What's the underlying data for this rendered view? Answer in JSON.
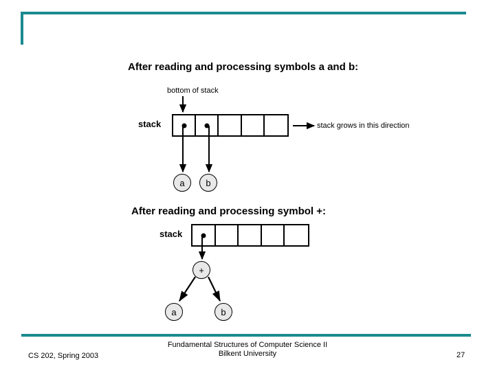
{
  "slide": {
    "title_1_prefix": "After reading and processing symbols ",
    "title_1_sym_a": "a",
    "title_1_mid": " and ",
    "title_1_sym_b": "b",
    "title_1_suffix": ":",
    "title_2_prefix": "After reading and processing symbol  ",
    "title_2_sym": "+",
    "title_2_suffix": ":"
  },
  "diagram_1": {
    "bottom_of_stack_label": "bottom of stack",
    "stack_label": "stack",
    "grows_label": "stack grows in this direction",
    "cells": 5,
    "filled_cells": 2,
    "nodes": [
      {
        "label": "a"
      },
      {
        "label": "b"
      }
    ]
  },
  "diagram_2": {
    "stack_label": "stack",
    "cells": 5,
    "filled_cells": 1,
    "root": {
      "label": "+"
    },
    "children": [
      {
        "label": "a"
      },
      {
        "label": "b"
      }
    ]
  },
  "footer": {
    "left": "CS 202, Spring 2003",
    "center_line_1": "Fundamental Structures of Computer Science II",
    "center_line_2": "Bilkent University",
    "page": "27"
  },
  "colors": {
    "accent_teal": "#1a8a8f",
    "node_fill": "#e8e8e8",
    "stroke": "#000000"
  }
}
